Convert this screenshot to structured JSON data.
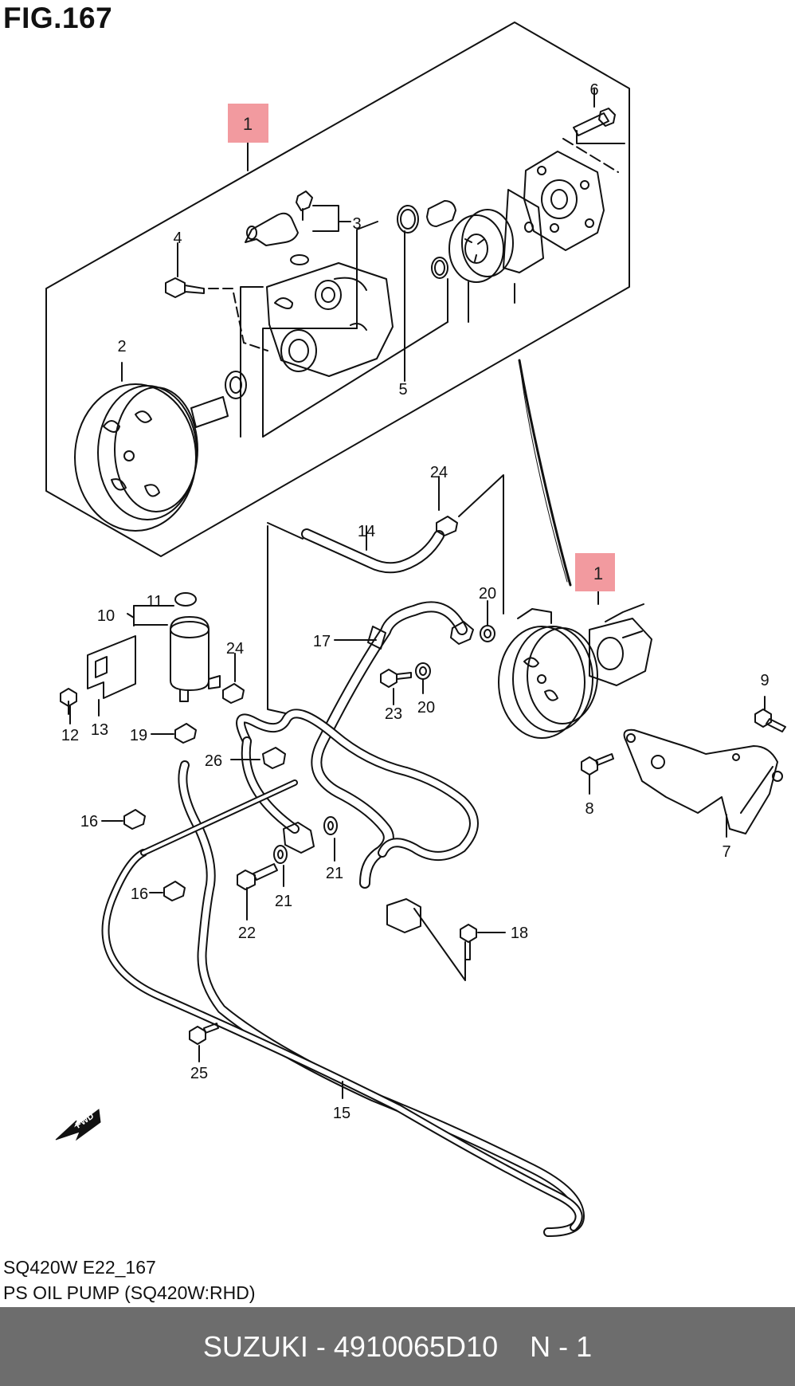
{
  "figure": {
    "title": "FIG.167"
  },
  "callouts": {
    "c1a": "1",
    "c1b": "1",
    "c2": "2",
    "c3": "3",
    "c4": "4",
    "c5": "5",
    "c6": "6",
    "c7": "7",
    "c8": "8",
    "c9": "9",
    "c10": "10",
    "c11": "11",
    "c12": "12",
    "c13": "13",
    "c14": "14",
    "c15": "15",
    "c16a": "16",
    "c16b": "16",
    "c17": "17",
    "c18": "18",
    "c19": "19",
    "c20a": "20",
    "c20b": "20",
    "c21a": "21",
    "c21b": "21",
    "c22": "22",
    "c23": "23",
    "c24a": "24",
    "c24b": "24",
    "c25": "25",
    "c26": "26"
  },
  "direction": {
    "fwd": "FWD"
  },
  "meta": {
    "code": "SQ420W E22_167",
    "name": "PS OIL PUMP (SQ420W:RHD)"
  },
  "footer": {
    "part": "SUZUKI - 4910065D10",
    "page": "N - 1"
  },
  "highlight_color": "#f29a9f"
}
